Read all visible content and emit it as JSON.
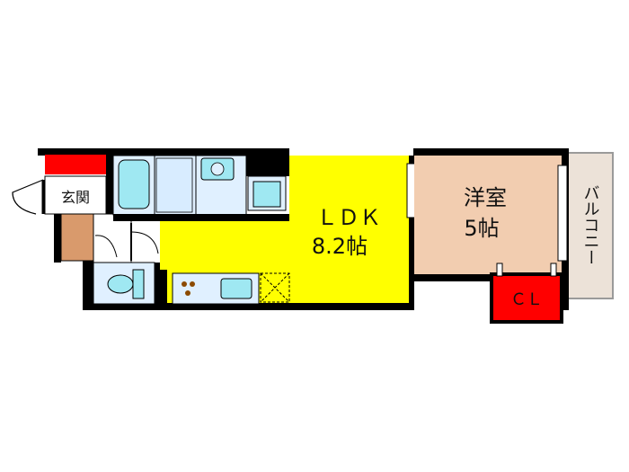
{
  "rooms": {
    "entrance": {
      "label": "玄関"
    },
    "ldk": {
      "label": "ＬＤＫ",
      "size": "8.2帖"
    },
    "western_room": {
      "label": "洋室",
      "size": "5帖"
    },
    "closet": {
      "label": "ＣＬ"
    },
    "balcony": {
      "label": "バルコニー"
    }
  },
  "colors": {
    "ldk": "#ffff00",
    "western_room": "#f2cdb0",
    "closet": "#ff0000",
    "entrance_storage": "#ff0000",
    "entrance_floor": "#d99a6c",
    "wet_area": "#e0f0ff",
    "fixture_cyan": "#9fe8f2",
    "balcony": "#ece2d8",
    "wall": "#000000"
  }
}
